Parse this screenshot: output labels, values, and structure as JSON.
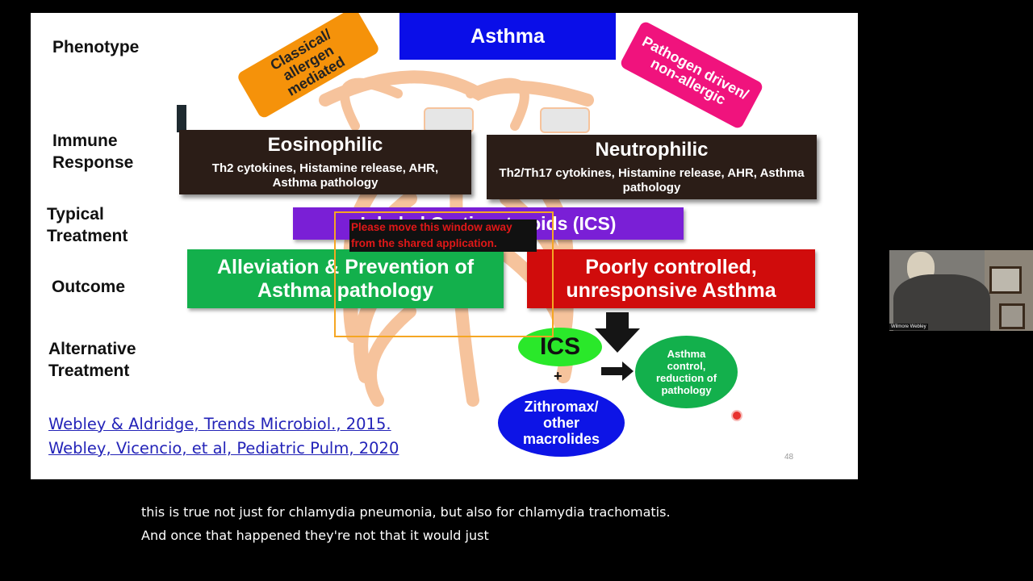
{
  "slide": {
    "phenotype": {
      "row_label": "Phenotype",
      "center": "Asthma",
      "left": "Classical/ allergen mediated",
      "right": "Pathogen driven/ non-allergic"
    },
    "immune_response": {
      "row_label": "Immune Response",
      "eosinophilic": {
        "title": "Eosinophilic",
        "desc": "Th2 cytokines, Histamine release, AHR, Asthma pathology"
      },
      "neutrophilic": {
        "title": "Neutrophilic",
        "desc": "Th2/Th17 cytokines, Histamine release, AHR, Asthma pathology"
      }
    },
    "typical_treatment": {
      "row_label": "Typical Treatment",
      "text": "Inhaled Corticosteroids (ICS)"
    },
    "outcome": {
      "row_label": "Outcome",
      "good": "Alleviation & Prevention of Asthma pathology",
      "poor": "Poorly controlled, unresponsive Asthma"
    },
    "alternative_treatment": {
      "row_label": "Alternative Treatment",
      "ics": "ICS",
      "plus": "+",
      "macrolides": "Zithromax/ other macrolides",
      "result": "Asthma control, reduction of pathology"
    },
    "references": [
      "Webley & Aldridge, Trends Microbiol., 2015.",
      "Webley, Vicencio, et al, Pediatric Pulm, 2020"
    ],
    "page_number": "48"
  },
  "share_warning": {
    "text": "Please move this window away from the shared application."
  },
  "video": {
    "participant_name": "Wilmore Webley"
  },
  "captions": {
    "line1": "this is true not just for chlamydia pneumonia, but also for chlamydia trachomatis.",
    "line2": "And once that happened they're not that it would just"
  },
  "colors": {
    "asthma_blue": "#0a0ee8",
    "orange": "#f5920a",
    "pink": "#f0137d",
    "dark_box": "#2b1d17",
    "purple": "#7a1fd6",
    "green": "#13b04c",
    "red": "#d00c0c",
    "link_blue": "#2323b8"
  }
}
